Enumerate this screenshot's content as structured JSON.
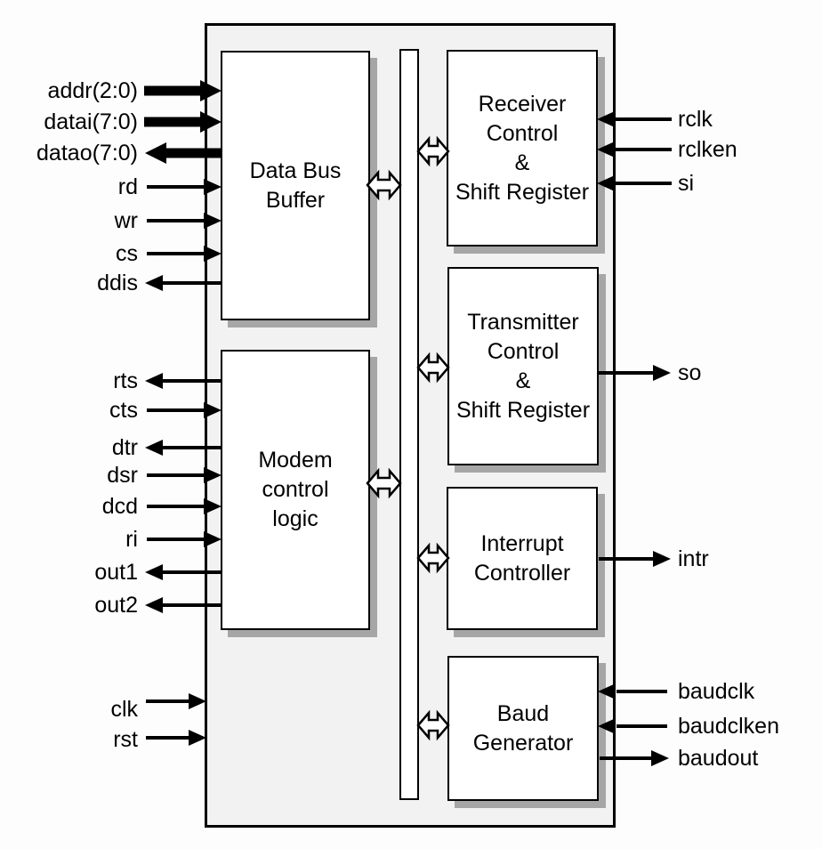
{
  "diagram": {
    "blocks": [
      {
        "name": "data-bus-buffer",
        "label": "Data Bus\nBuffer"
      },
      {
        "name": "modem-control-logic",
        "label": "Modem\ncontrol\nlogic"
      },
      {
        "name": "receiver-control-shift-register",
        "label": "Receiver\nControl\n&\nShift Register"
      },
      {
        "name": "transmitter-control-shift-register",
        "label": "Transmitter\nControl\n&\nShift Register"
      },
      {
        "name": "interrupt-controller",
        "label": "Interrupt\nController"
      },
      {
        "name": "baud-generator",
        "label": "Baud\nGenerator"
      }
    ],
    "signals": {
      "left": [
        {
          "name": "addr(2:0)",
          "direction": "in",
          "width": "multi-bit"
        },
        {
          "name": "datai(7:0)",
          "direction": "in",
          "width": "multi-bit"
        },
        {
          "name": "datao(7:0)",
          "direction": "out",
          "width": "multi-bit"
        },
        {
          "name": "rd",
          "direction": "in"
        },
        {
          "name": "wr",
          "direction": "in"
        },
        {
          "name": "cs",
          "direction": "in"
        },
        {
          "name": "ddis",
          "direction": "out"
        },
        {
          "name": "rts",
          "direction": "out"
        },
        {
          "name": "cts",
          "direction": "in"
        },
        {
          "name": "dtr",
          "direction": "out"
        },
        {
          "name": "dsr",
          "direction": "in"
        },
        {
          "name": "dcd",
          "direction": "in"
        },
        {
          "name": "ri",
          "direction": "in"
        },
        {
          "name": "out1",
          "direction": "out"
        },
        {
          "name": "out2",
          "direction": "out"
        },
        {
          "name": "clk",
          "direction": "in"
        },
        {
          "name": "rst",
          "direction": "in"
        }
      ],
      "right": [
        {
          "name": "rclk",
          "direction": "in"
        },
        {
          "name": "rclken",
          "direction": "in"
        },
        {
          "name": "si",
          "direction": "in"
        },
        {
          "name": "so",
          "direction": "out"
        },
        {
          "name": "intr",
          "direction": "out"
        },
        {
          "name": "baudclk",
          "direction": "in"
        },
        {
          "name": "baudclken",
          "direction": "in"
        },
        {
          "name": "baudout",
          "direction": "out"
        }
      ]
    },
    "colors": {
      "block_fill": "#ffffff",
      "chip_fill": "#f2f2f2",
      "line": "#000000",
      "shadow": "#a6a6a6",
      "background": "#fdfdfd"
    }
  }
}
